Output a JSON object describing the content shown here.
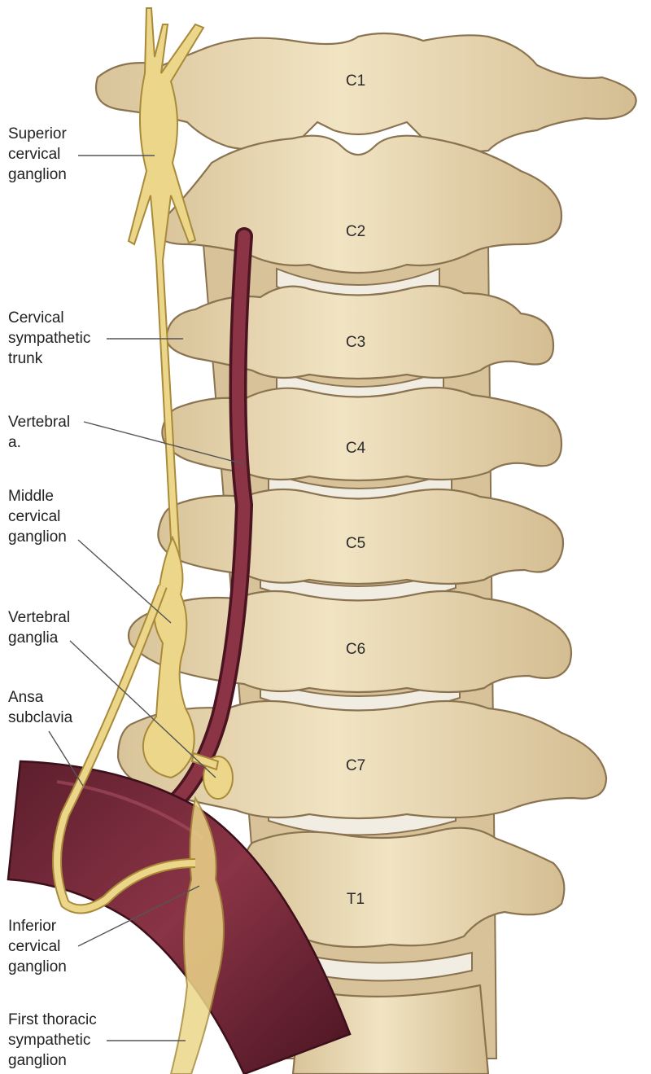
{
  "vertebrae": [
    "C1",
    "C2",
    "C3",
    "C4",
    "C5",
    "C6",
    "C7",
    "T1"
  ],
  "labels": {
    "superior_ganglion": [
      "Superior",
      "cervical",
      "ganglion"
    ],
    "sympathetic_trunk": [
      "Cervical",
      "sympathetic",
      "trunk"
    ],
    "vertebral_artery": [
      "Vertebral",
      "a."
    ],
    "middle_ganglion": [
      "Middle",
      "cervical",
      "ganglion"
    ],
    "vertebral_ganglia": [
      "Vertebral",
      "ganglia"
    ],
    "ansa_subclavia": [
      "Ansa",
      "subclavia"
    ],
    "inferior_ganglion": [
      "Inferior",
      "cervical",
      "ganglion"
    ],
    "first_thoracic_ganglion": [
      "First thoracic",
      "sympathetic",
      "ganglion"
    ]
  },
  "colors": {
    "bone": "#ebdcb8",
    "bone_shadow": "#c7b088",
    "bone_outline": "#8a7350",
    "disc": "#f2ede2",
    "artery": "#7a2a3a",
    "artery_dark": "#4e1624",
    "nerve": "#ecd68a",
    "nerve_outline": "#a88a3a"
  }
}
